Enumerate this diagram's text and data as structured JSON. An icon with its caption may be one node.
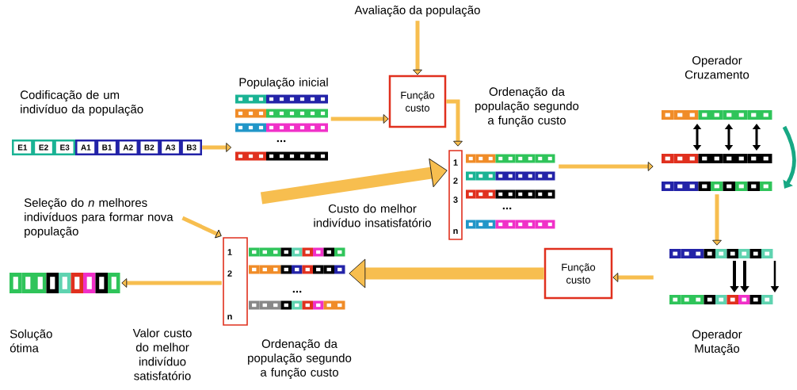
{
  "diagram": {
    "nodes": [
      {
        "text": [
          "Avaliação da população"
        ]
      },
      {
        "text": [
          "E1",
          "E2",
          "E3",
          "A1",
          "B1",
          "A2",
          "B2",
          "A3",
          "B3"
        ],
        "beside": [
          "Codificação de um indivíduo da população"
        ]
      },
      {
        "text": [
          "..."
        ],
        "beside": [
          "População inicial"
        ]
      },
      {
        "text": [
          "Função custo"
        ]
      },
      {
        "text": [
          "1",
          "2",
          "3",
          "n",
          "..."
        ],
        "beside": [
          "Ordenação da população segundo a função custo"
        ]
      },
      {
        "text": [],
        "shape": "bar",
        "beside": [
          "Operador Cruzamento"
        ]
      },
      {
        "text": [],
        "shape": "bar",
        "beside": [
          "Operador Mutação"
        ]
      },
      {
        "text": [
          "Função custo"
        ]
      },
      {
        "text": [
          "1",
          "2",
          "n",
          "..."
        ],
        "beside": [
          "Ordenação da população segundo a função custo"
        ]
      },
      {
        "text": [],
        "shape": "bar",
        "beside": [
          "Solução ótima"
        ]
      },
      {
        "text": [
          "Seleção do *n* melhores indivíduos para formar nova população"
        ]
      }
    ],
    "edges": [
      {
        "from": 0,
        "to": 3,
        "arrow": "to"
      },
      {
        "from": 1,
        "to": 2,
        "arrow": "to"
      },
      {
        "from": 2,
        "to": 3,
        "arrow": "to"
      },
      {
        "from": 3,
        "to": 4,
        "arrow": "to"
      },
      {
        "from": null,
        "to": 4,
        "arrow": "to",
        "label": "Custo do melhor indivíduo insatisfatório",
        "style": "thick"
      },
      {
        "from": 4,
        "to": 5,
        "arrow": "to"
      },
      {
        "from": 5,
        "to": 6,
        "arrow": "to"
      },
      {
        "from": 6,
        "to": 7,
        "arrow": "to"
      },
      {
        "from": 7,
        "to": 8,
        "arrow": "to",
        "style": "thick"
      },
      {
        "from": 8,
        "to": 9,
        "arrow": "to",
        "label": "Valor custo do melhor indivíduo satisfatório"
      },
      {
        "from": 10,
        "to": 8,
        "arrow": "to"
      }
    ]
  }
}
